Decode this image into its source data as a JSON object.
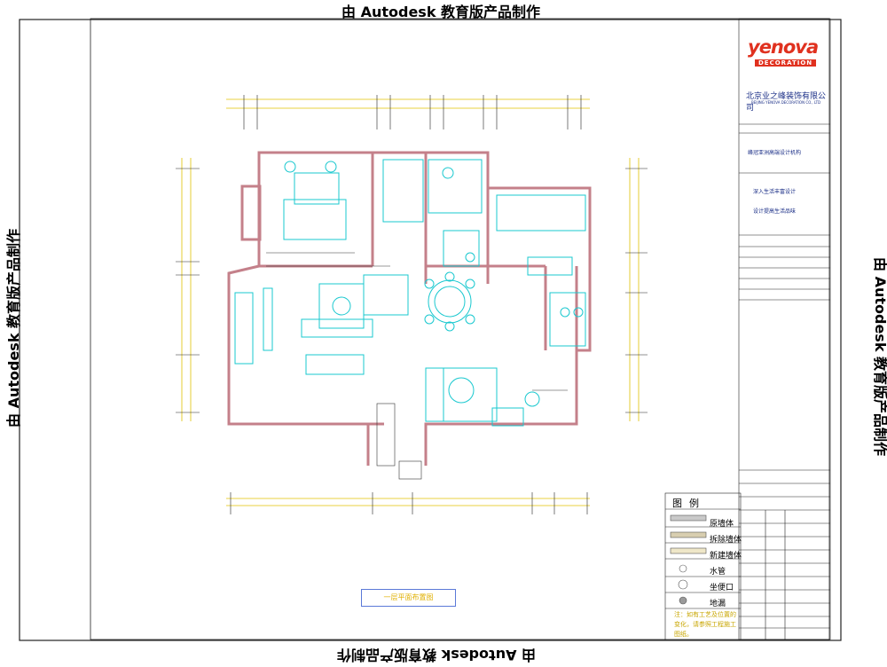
{
  "watermark": {
    "text": "由 Autodesk 教育版产品制作"
  },
  "title_block": {
    "logo": "yenova",
    "logo_sub": "DECORATION",
    "company_cn": "北京业之峰装饰有限公司",
    "company_en": "BEIJING YENOVA DECORATION CO., LTD",
    "rows": [
      "峰冠亚洲高端设计机构",
      "深入生活丰富设计",
      "设计提高生活品味"
    ]
  },
  "legend": {
    "title": "图例",
    "items": [
      {
        "label": "原墙体",
        "swatch": "#c9c9c9"
      },
      {
        "label": "拆除墙体",
        "swatch": "#d8ceb0"
      },
      {
        "label": "新建墙体",
        "swatch": "#efe7c8"
      },
      {
        "label": "水管",
        "swatch": ""
      },
      {
        "label": "坐便口",
        "swatch": ""
      },
      {
        "label": "地漏",
        "swatch": "#9a9a9a"
      }
    ],
    "note": "注：如有工艺及位置的变化，请参照工程施工图纸。"
  },
  "plan": {
    "title": "一层平面布置图",
    "wall_color": "#c4808a",
    "furniture_color": "#19c8cf",
    "dimension_color": "#e0c000",
    "frame_color": "#222222"
  }
}
